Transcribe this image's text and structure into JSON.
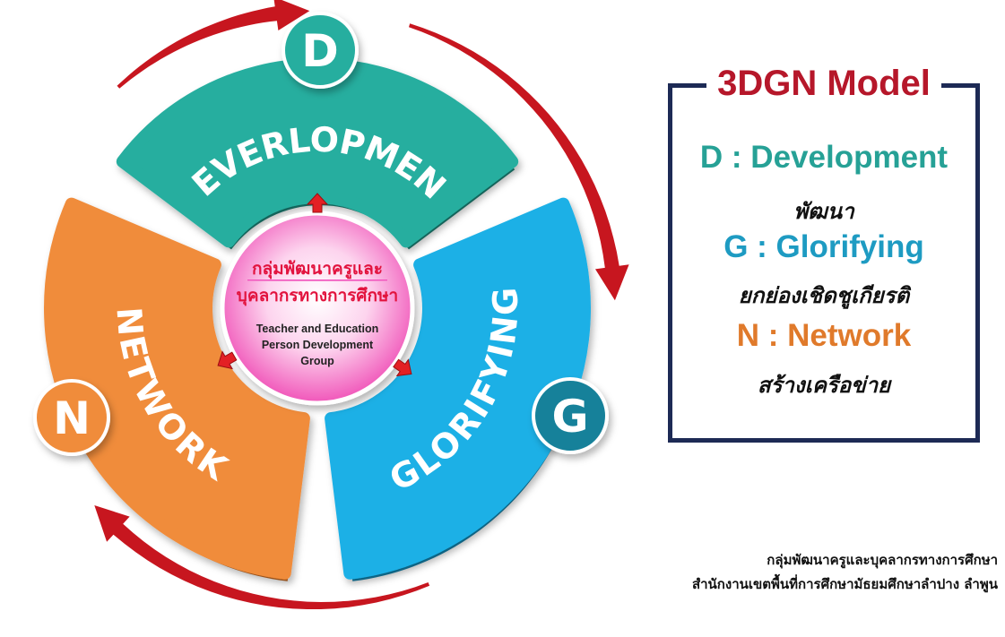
{
  "diagram": {
    "segments": [
      {
        "key": "D",
        "label": "DEVERLOPMENT",
        "color": "#26ae9f",
        "shade": "#1b8478"
      },
      {
        "key": "G",
        "label": "GLORIFYING",
        "color": "#1bb0e6",
        "shade": "#1283ad"
      },
      {
        "key": "N",
        "label": "NETWORK",
        "color": "#f08c3b",
        "shade": "#c66b24"
      }
    ],
    "badges": [
      {
        "letter": "D",
        "color": "#26ae9f"
      },
      {
        "letter": "G",
        "color": "#16819a"
      },
      {
        "letter": "N",
        "color": "#f08c3b"
      }
    ],
    "hub": {
      "thai_line1": "กลุ่มพัฒนาครูและ",
      "thai_line2": "บุคลากรทางการศึกษา",
      "eng_line1": "Teacher and Education",
      "eng_line2": "Person Development",
      "eng_line3": "Group"
    },
    "cycle_arrow_color": "#c7161f"
  },
  "model": {
    "title": "3DGN Model",
    "items": [
      {
        "term": "D : Development",
        "thai": "พัฒนา",
        "color": "#26a196"
      },
      {
        "term": "G : Glorifying",
        "thai": "ยกย่องเชิดชูเกียรติ",
        "color": "#1e9bc2"
      },
      {
        "term": "N : Network",
        "thai": "สร้างเครือข่าย",
        "color": "#e07a2b"
      }
    ]
  },
  "footer": {
    "line1": "กลุ่มพัฒนาครูและบุคลากรทางการศึกษา",
    "line2": "สำนักงานเขตพื้นที่การศึกษามัธยมศึกษาลำปาง ลำพูน"
  }
}
